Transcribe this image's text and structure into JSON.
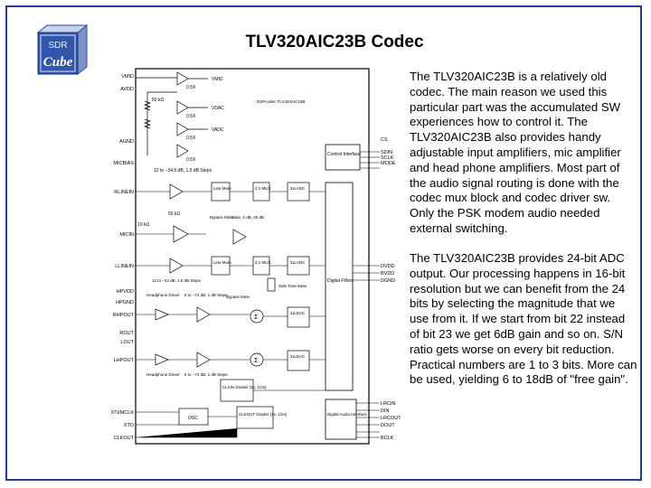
{
  "slide": {
    "title": "TLV320AIC23B Codec",
    "paragraphs": [
      "The TLV320AIC23B is a relatively old codec. The main reason we used this particular part was the accumulated SW experiences how to control it. The TLV320AIC23B also provides handy adjustable input amplifiers, mic amplifier and head phone amplifiers. Most part of the audio signal routing is done with the codec mux block and codec driver sw. Only the PSK modem audio needed external switching.",
      "The TLV320AIC23B provides 24-bit ADC output. Our processing happens in 16-bit resolution but we can benefit from the 24 bits by selecting the magnitude that we use from it. If we start from bit 22 instead of bit 23 we get 6dB gain and so on.  S/N ratio gets worse on every bit reduction. Practical numbers are 1 to 3 bits. More can be used, yielding 6 to 18dB of \"free gain\"."
    ]
  },
  "logo": {
    "line1": "SDR",
    "line2": "Cube",
    "color": "#2a4aa0"
  },
  "diagram": {
    "left_pins": [
      "VMID",
      "AVDD",
      "AGND",
      "MICBIAS",
      "RLINEIN",
      "MICIN",
      "LLINEIN",
      "HPVDD",
      "HPGND",
      "RHPOUT",
      "ROUT",
      "LOUT",
      "LHPOUT",
      "XTI/MCLK",
      "XTO",
      "CLKOUT"
    ],
    "right_pins": [
      "CS",
      "SDIN",
      "SCLK",
      "MODE",
      "DVDD",
      "BVDD",
      "DGND",
      "LRCIN",
      "DIN",
      "LRCOUT",
      "DOUT",
      "BCLK"
    ],
    "labels": {
      "vmid": "VMID",
      "r50k": "50 kΩ",
      "x050a": "0.5X",
      "x050b": "0.5X",
      "x050c": "0.5X",
      "x050d": "0.5X",
      "vdac": "VDAC",
      "vadc": "VADC",
      "dspcodec": "DSPcodec TLV320AIC23B",
      "linein_gain": "12 to −34.5 dB, 1.5 dB Steps",
      "mic_gain": "10 kΩ",
      "r50k2": "50 kΩ",
      "bypass": "Bypass Mute",
      "mute20": "Mute, 0 dB, 20 dB",
      "line_mute_r": "Line Mute",
      "line_mute_l": "Line Mute",
      "mux_r": "2:1 MUX",
      "mux_l": "2:1 MUX",
      "adc_r": "ΣΔ ADC",
      "adc_l": "ΣΔ ADC",
      "dac_r": "ΣΔ DAC",
      "dac_l": "ΣΔ DAC",
      "control": "Control Interface",
      "filters": "Digital Filters",
      "sidetone": "Side Tone Mute",
      "hp_gain_r": "12 to −34 dB, 1.5 dB Steps",
      "hp_driver_r": "Headphone Driver",
      "hp_range_r": "6 to −73 dB, 1 dB Steps",
      "hp_driver_l": "Headphone Driver",
      "hp_range_l": "6 to −73 dB, 1 dB Steps",
      "bypass_mute": "Bypass Mute",
      "clkin": "CLKIN Divider (1x, 1/2x)",
      "osc": "OSC",
      "clkout": "CLKOUT Divider (1x, 1/2x)",
      "audio_if": "Digital Audio Interface"
    }
  }
}
